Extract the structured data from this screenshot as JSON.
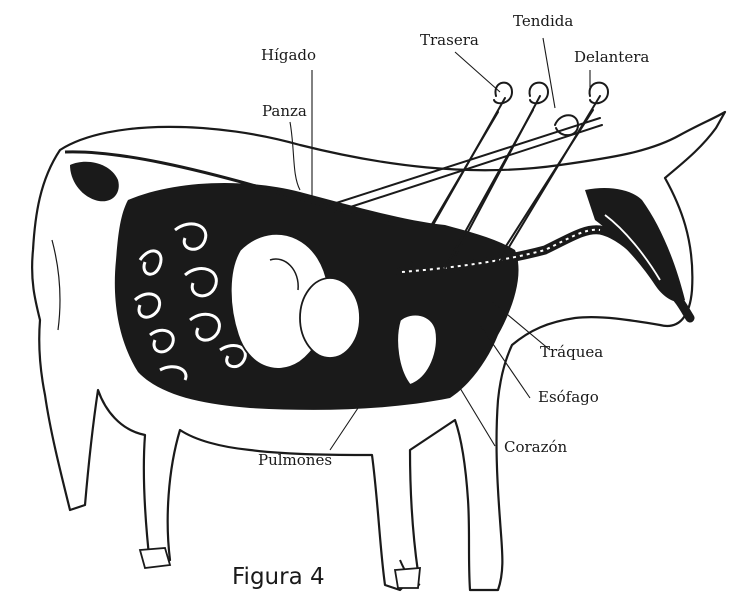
{
  "diagram": {
    "labels": {
      "higado": "Hígado",
      "panza": "Panza",
      "trasera": "Trasera",
      "tendida": "Tendida",
      "delantera": "Delantera",
      "traquea": "Tráquea",
      "esofago": "Esófago",
      "corazon": "Corazón",
      "pulmones": "Pulmones"
    },
    "caption": "Figura 4"
  },
  "colors": {
    "ink": "#1a1a1a",
    "background": "#ffffff"
  }
}
